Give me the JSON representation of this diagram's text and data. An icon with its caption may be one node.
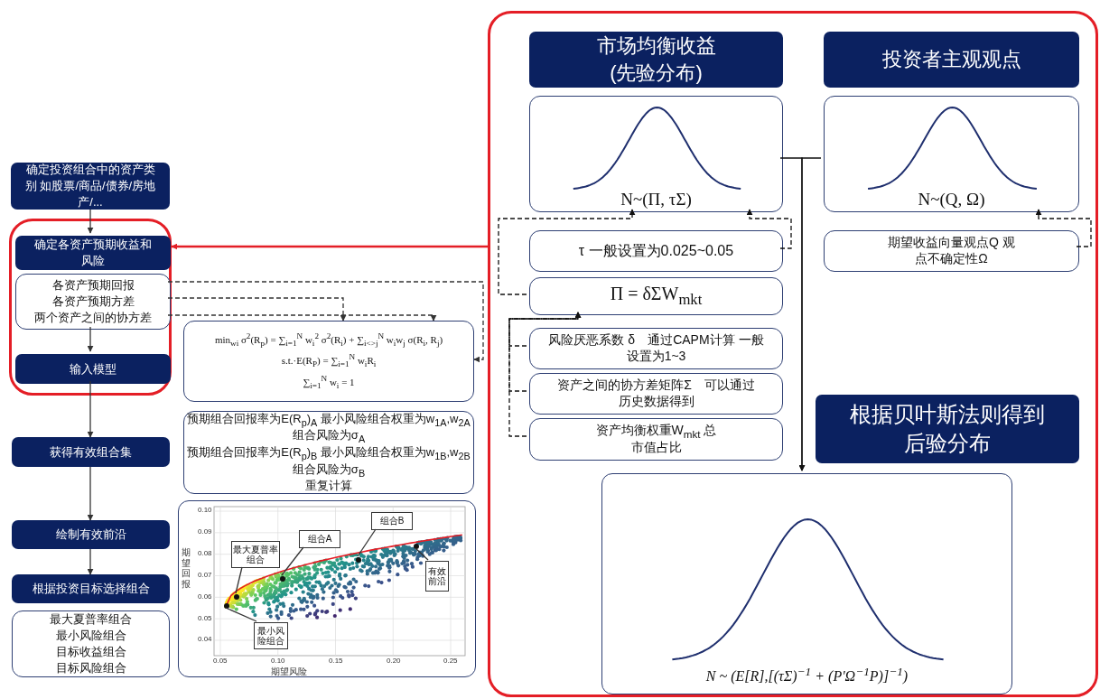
{
  "diagram": {
    "nodes": [
      {
        "text": [
          "确定投资组合中的资产类别 如股票/商品/债券/房地产/..."
        ]
      },
      {
        "text": [],
        "shape": "box"
      },
      {
        "text": [
          "确定各资产预期收益和风险"
        ],
        "in": 1
      },
      {
        "text": [
          "各资产预期回报",
          "各资产预期方差",
          "两个资产之间的协方差"
        ],
        "in": 1
      },
      {
        "text": [
          "输入模型"
        ],
        "in": 1
      },
      {
        "text": [
          "min$_{wi}$ σ$^{2}$(R$_{p}$) = ∑$_{i=1}$$^{N}$ w$_{i}$$^{2}$ σ$^{2}$(R$_{i}$) + ∑$_{i<>j}$$^{N}$ w$_{i}$w$_{j}$ σ(R$_{i}$, R$_{j}$)",
          "s.t.·E(R$_{P}$) = ∑$_{i=1}$$^{N}$ w$_{i}$R$_{i}$",
          "∑$_{i=1}$$^{N}$ w$_{i}$ = 1"
        ]
      },
      {
        "text": [
          "获得有效组合集"
        ]
      },
      {
        "text": [
          "预期组合回报率为E(R$_{p}$)$_{A}$ 最小风险组合权重为w$_{1A}$,w$_{2A}$ 组合风险为σ$_{A}$",
          "预期组合回报率为E(R$_{p}$)$_{B}$ 最小风险组合权重为w$_{1B}$,w$_{2B}$ 组合风险为σ$_{B}$",
          "重复计算"
        ]
      },
      {
        "text": [
          "绘制有效前沿"
        ]
      },
      {
        "text": [],
        "shape": "box"
      },
      {
        "text": [
          "最大夏普率组合"
        ],
        "in": 9
      },
      {
        "text": [
          "组合A"
        ],
        "in": 9
      },
      {
        "text": [
          "组合B"
        ],
        "in": 9
      },
      {
        "text": [
          "有效前沿"
        ],
        "in": 9
      },
      {
        "text": [
          "最小风险组合"
        ],
        "in": 9
      },
      {
        "text": [
          "根据投资目标选择组合"
        ]
      },
      {
        "text": [
          "最大夏普率组合",
          "最小风险组合",
          "目标收益组合",
          "目标风险组合"
        ]
      },
      {
        "text": [],
        "shape": "box"
      },
      {
        "text": [
          "市场均衡收益 (先验分布)"
        ],
        "in": 17
      },
      {
        "text": [
          "投资者主观观点"
        ],
        "in": 17
      },
      {
        "text": [
          "N~(Π, τΣ)"
        ],
        "in": 17
      },
      {
        "text": [
          "N~(Q, Ω)"
        ],
        "in": 17
      },
      {
        "text": [
          "τ 一般设置为0.025~0.05"
        ],
        "in": 17
      },
      {
        "text": [
          "Π = δΣW$_{mkt}$"
        ],
        "in": 17
      },
      {
        "text": [
          "风险厌恶系数 δ　通过CAPM计算 一般设置为1~3"
        ],
        "in": 17
      },
      {
        "text": [
          "资产之间的协方差矩阵Σ　可以通过历史数据得到"
        ],
        "in": 17
      },
      {
        "text": [
          "资产均衡权重W$_{mkt}$ 总市值占比"
        ],
        "in": 17
      },
      {
        "text": [
          "期望收益向量观点Q 观点不确定性Ω"
        ],
        "in": 17
      },
      {
        "text": [
          "根据贝叶斯法则得到后验分布"
        ],
        "in": 17
      },
      {
        "text": [
          "N ~ (E[R],[(τΣ)$^{−1}$ + (P'Ω$^{−1}$P)]$^{−1}$)"
        ],
        "in": 17
      },
      {
        "text": [],
        "shape": "circle",
        "in": 9
      },
      {
        "text": [],
        "shape": "circle",
        "in": 9
      },
      {
        "text": [],
        "shape": "circle",
        "in": 9
      },
      {
        "text": [],
        "shape": "circle",
        "in": 9
      },
      {
        "text": [],
        "shape": "circle",
        "in": 9
      }
    ],
    "edges": [
      {
        "from": 0,
        "to": 2,
        "arrow": "to"
      },
      {
        "from": 3,
        "to": 4,
        "arrow": "to"
      },
      {
        "from": 4,
        "to": 6,
        "arrow": "to"
      },
      {
        "from": 6,
        "to": 8,
        "arrow": "to"
      },
      {
        "from": 8,
        "to": 15,
        "arrow": "to"
      },
      {
        "from": 3,
        "to": 5,
        "arrow": "to",
        "style": "dashed"
      },
      {
        "from": 3,
        "to": 5,
        "arrow": "to",
        "style": "dashed"
      },
      {
        "from": 3,
        "to": 5,
        "arrow": "to",
        "style": "dashed"
      },
      {
        "from": 17,
        "to": 1,
        "arrow": "to",
        "color": "#e41e26"
      },
      {
        "from": 20,
        "to": 29,
        "arrow": "to"
      },
      {
        "from": 21,
        "to": 29,
        "arrow": "to"
      },
      {
        "from": 22,
        "to": 20,
        "arrow": "to",
        "style": "dashed"
      },
      {
        "from": 27,
        "to": 21,
        "arrow": "to",
        "style": "dashed"
      },
      {
        "from": 23,
        "to": 20,
        "arrow": "to",
        "style": "dashed"
      },
      {
        "from": 24,
        "to": 23,
        "arrow": "to",
        "style": "dashed"
      },
      {
        "from": 25,
        "to": 23,
        "arrow": "to",
        "style": "dashed"
      },
      {
        "from": 26,
        "to": 23,
        "arrow": "to",
        "style": "dashed"
      },
      {
        "from": 10,
        "to": 30,
        "arrow": "none"
      },
      {
        "from": 11,
        "to": 31,
        "arrow": "none"
      },
      {
        "from": 12,
        "to": 32,
        "arrow": "none"
      },
      {
        "from": 13,
        "to": 33,
        "arrow": "none"
      },
      {
        "from": 14,
        "to": 34,
        "arrow": "none"
      }
    ],
    "labels": [
      "0.10",
      "0.09",
      "0.08",
      "0.07",
      "0.06",
      "0.05",
      "0.04",
      "期望回报",
      "0.05",
      "0.10",
      "0.15",
      "0.20",
      "0.25",
      "期望风险"
    ]
  }
}
